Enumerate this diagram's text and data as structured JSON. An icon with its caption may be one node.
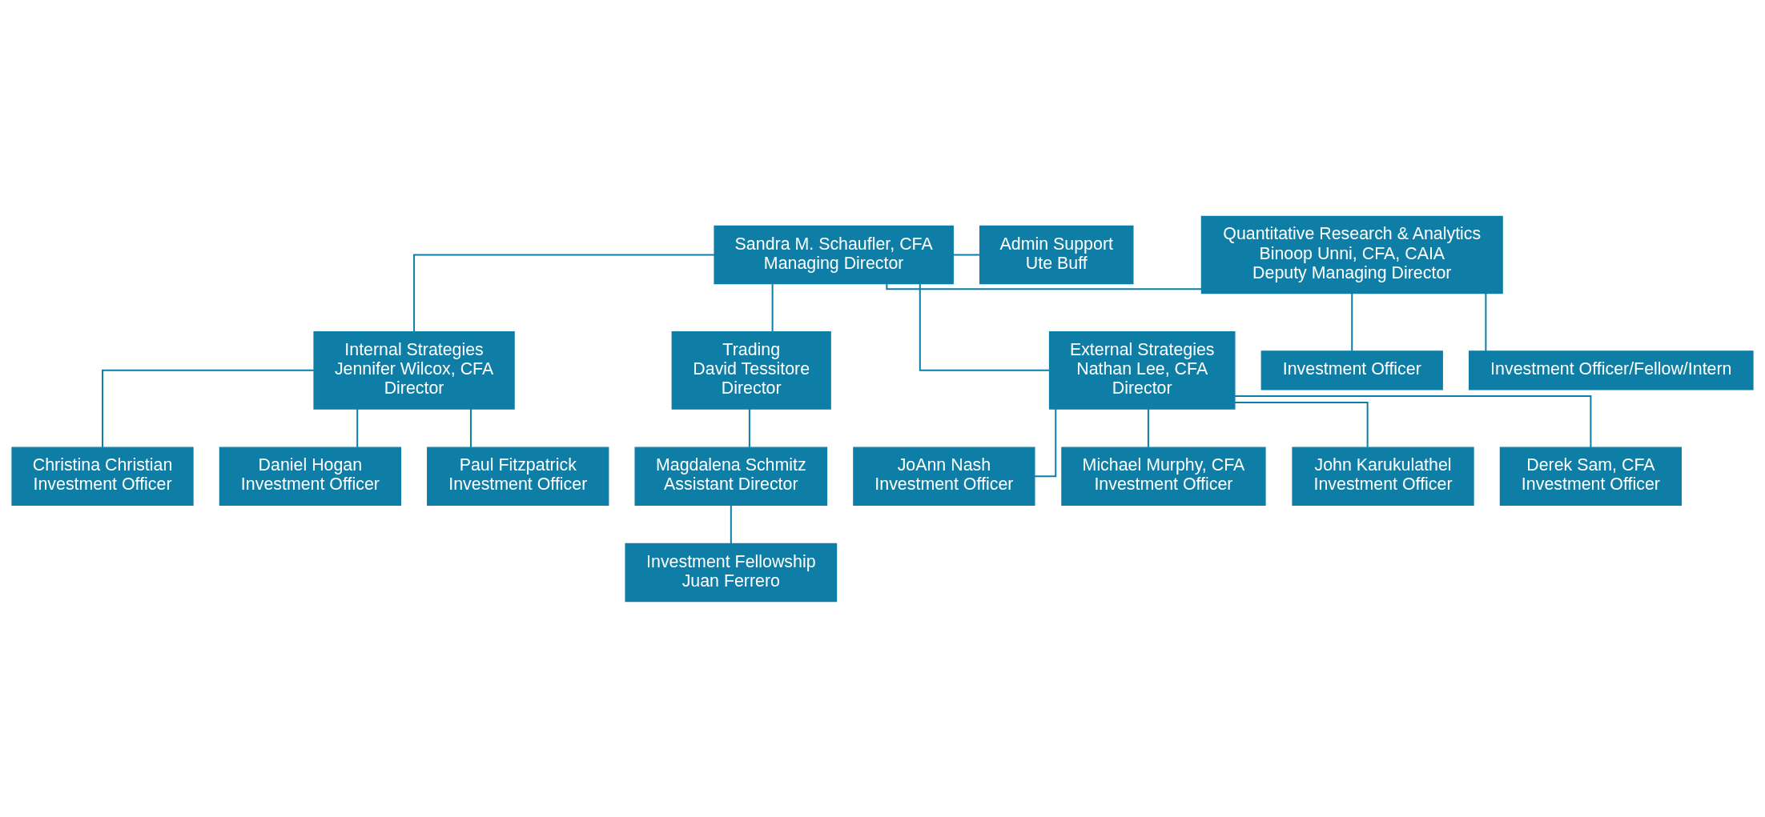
{
  "diagram": {
    "nodes": [
      {
        "text": [
          "Sandra M. Schaufler, CFA",
          "Managing Director"
        ]
      },
      {
        "text": [
          "Quantitative Research & Analytics",
          "Binoop Unni, CFA, CAIA",
          "Deputy Managing Director"
        ]
      },
      {
        "text": [
          "Admin Support",
          "Ute Buff"
        ]
      },
      {
        "text": [
          "Internal Strategies",
          "Jennifer Wilcox, CFA",
          "Director"
        ]
      },
      {
        "text": [
          "Trading",
          "David Tessitore",
          "Director"
        ]
      },
      {
        "text": [
          "External Strategies",
          "Nathan Lee, CFA",
          "Director"
        ]
      },
      {
        "text": [
          "Investment Officer"
        ]
      },
      {
        "text": [
          "Investment Officer/Fellow/Intern"
        ]
      },
      {
        "text": [
          "Christina Christian",
          "Investment Officer"
        ]
      },
      {
        "text": [
          "Daniel Hogan",
          "Investment Officer"
        ]
      },
      {
        "text": [
          "Paul Fitzpatrick",
          "Investment Officer"
        ]
      },
      {
        "text": [
          "Magdalena Schmitz",
          "Assistant Director"
        ]
      },
      {
        "text": [
          "Investment Fellowship",
          "Juan Ferrero"
        ]
      },
      {
        "text": [
          "JoAnn Nash",
          "Investment Officer"
        ]
      },
      {
        "text": [
          "Michael Murphy, CFA",
          "Investment Officer"
        ]
      },
      {
        "text": [
          "John Karukulathel",
          "Investment Officer"
        ]
      },
      {
        "text": [
          "Derek Sam, CFA",
          "Investment Officer"
        ]
      }
    ],
    "edges": [
      {
        "from": 0,
        "to": 1,
        "arrow": "none"
      },
      {
        "from": 0,
        "to": 2,
        "arrow": "none"
      },
      {
        "from": 0,
        "to": 3,
        "arrow": "none"
      },
      {
        "from": 0,
        "to": 4,
        "arrow": "none"
      },
      {
        "from": 0,
        "to": 5,
        "arrow": "none"
      },
      {
        "from": 1,
        "to": 6,
        "arrow": "none"
      },
      {
        "from": 1,
        "to": 7,
        "arrow": "none"
      },
      {
        "from": 3,
        "to": 8,
        "arrow": "none"
      },
      {
        "from": 3,
        "to": 9,
        "arrow": "none"
      },
      {
        "from": 3,
        "to": 10,
        "arrow": "none"
      },
      {
        "from": 4,
        "to": 11,
        "arrow": "none"
      },
      {
        "from": 11,
        "to": 12,
        "arrow": "none"
      },
      {
        "from": 5,
        "to": 13,
        "arrow": "none"
      },
      {
        "from": 5,
        "to": 14,
        "arrow": "none"
      },
      {
        "from": 5,
        "to": 15,
        "arrow": "none"
      },
      {
        "from": 5,
        "to": 16,
        "arrow": "none"
      }
    ]
  }
}
